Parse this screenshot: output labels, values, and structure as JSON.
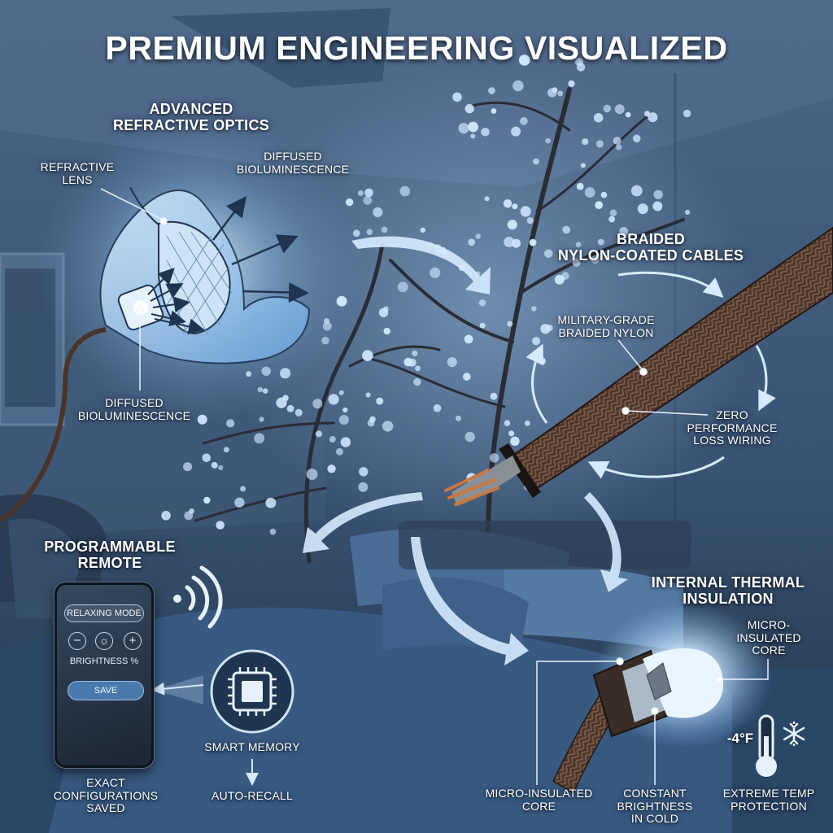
{
  "title": "PREMIUM ENGINEERING VISUALIZED",
  "optics": {
    "heading": [
      "ADVANCED",
      "REFRACTIVE OPTICS"
    ],
    "refractive_lens": [
      "REFRACTIVE",
      "LENS"
    ],
    "diffused_top": [
      "DIFFUSED",
      "BIOLUMINESCENCE"
    ],
    "diffused_bottom": [
      "DIFFUSED",
      "BIOLUMINESCENCE"
    ]
  },
  "cables": {
    "heading": [
      "BRAIDED",
      "NYLON-COATED CABLES"
    ],
    "military": [
      "MILITARY-GRADE",
      "BRAIDED NYLON"
    ],
    "zero_loss": [
      "ZERO",
      "PERFORMANCE",
      "LOSS WIRING"
    ]
  },
  "remote": {
    "heading": [
      "PROGRAMMABLE",
      "REMOTE"
    ],
    "mode": "RELAXING MODE",
    "minus": "−",
    "plus": "+",
    "brightness": "BRIGHTNESS %",
    "save": "SAVE",
    "exact": [
      "EXACT",
      "CONFIGURATIONS",
      "SAVED"
    ]
  },
  "memory": {
    "smart": "SMART MEMORY",
    "auto": "AUTO-RECALL"
  },
  "thermal": {
    "heading": [
      "INTERNAL THERMAL",
      "INSULATION"
    ],
    "micro_top": [
      "MICRO-",
      "INSULATED",
      "CORE"
    ],
    "micro_bottom": [
      "MICRO-INSULATED",
      "CORE"
    ],
    "constant": [
      "CONSTANT",
      "BRIGHTNESS",
      "IN COLD"
    ],
    "temp_value": "-4°F",
    "extreme": [
      "EXTREME TEMP",
      "PROTECTION"
    ]
  },
  "icons": [
    "flower-lamp-icon",
    "braided-cable-icon",
    "wifi-signal-icon",
    "chip-icon",
    "led-bulb-icon",
    "thermometer-icon",
    "snowflake-icon",
    "sun-brightness-icon"
  ],
  "colors": {
    "background": "#2e4560",
    "glow": "#bfe0ff",
    "cable": "#4a342a",
    "accent": "#4a79ad"
  }
}
